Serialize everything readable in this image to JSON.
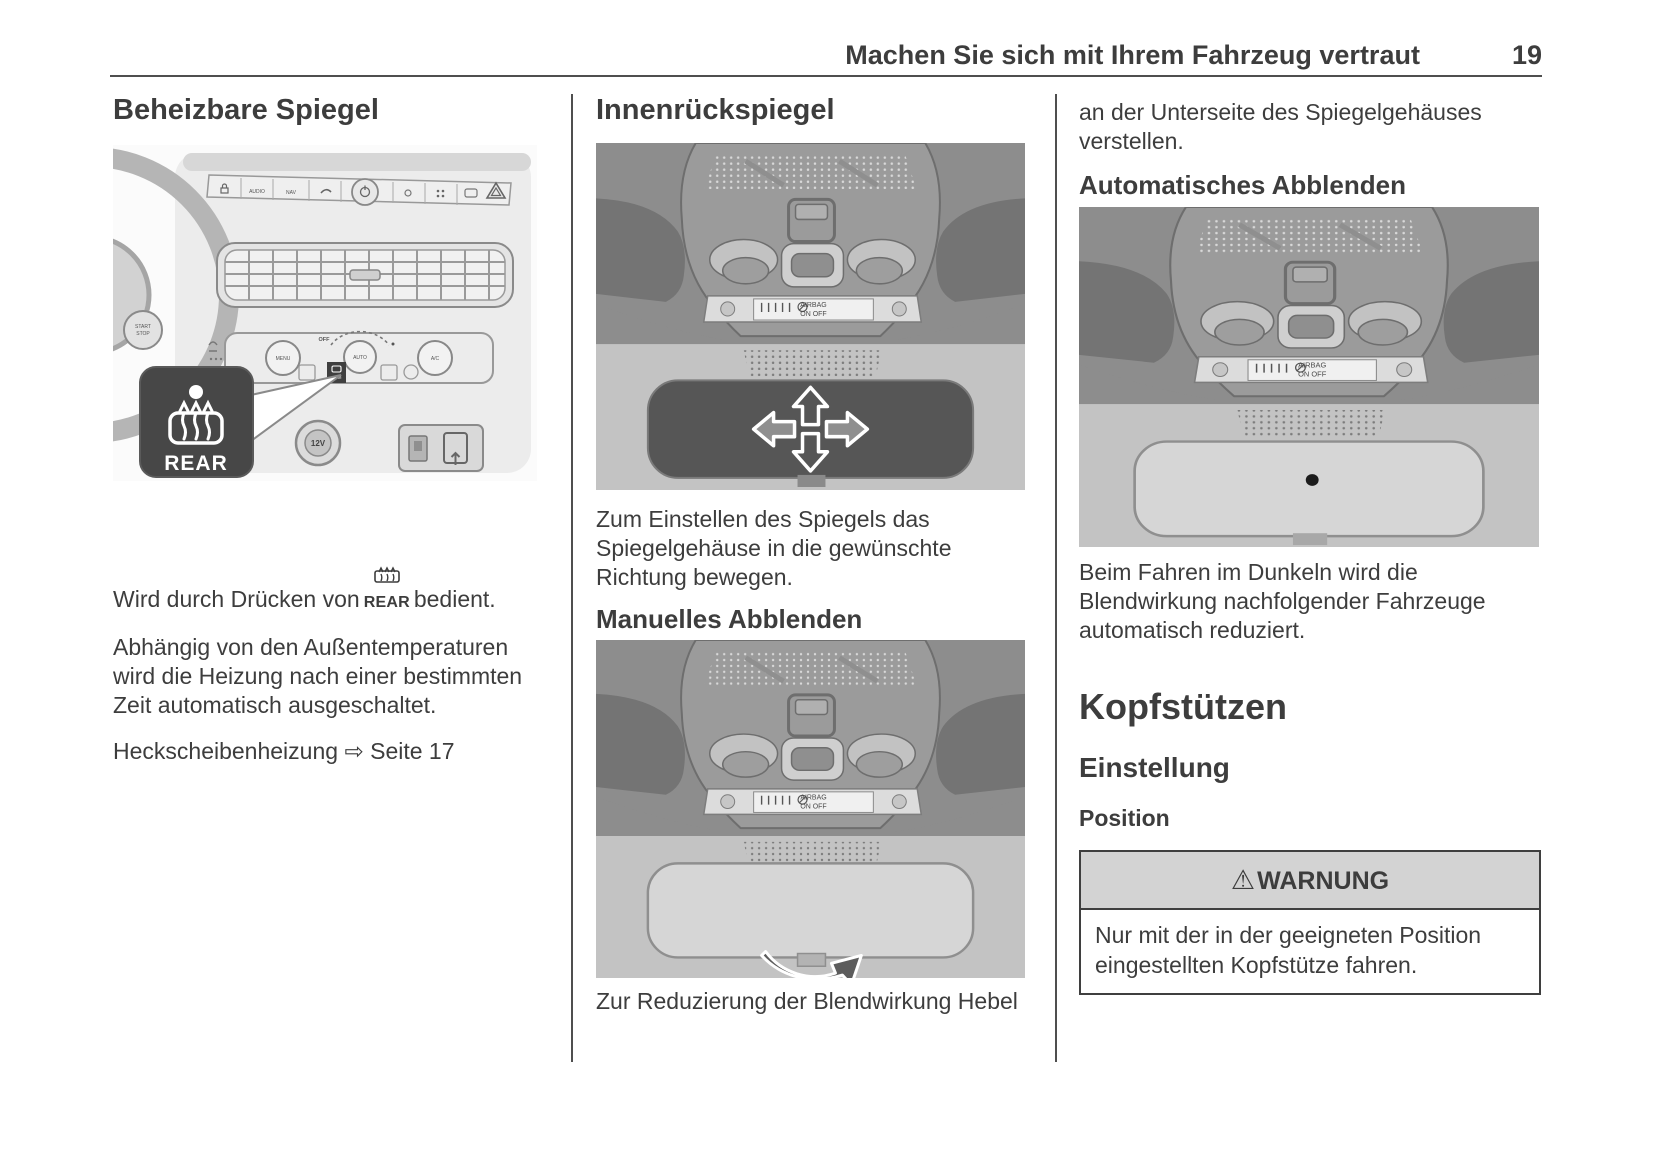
{
  "header": {
    "title": "Machen Sie sich mit Ihrem Fahrzeug vertraut",
    "page_number": "19"
  },
  "columns": {
    "left": {
      "heading": "Beheizbare Spiegel",
      "para1_pre": "Wird durch Drücken von",
      "rear_button_label": "REAR",
      "para1_post": "bedient.",
      "para2": "Abhängig von den Außentemperaturen wird die Heizung nach einer bestimmten Zeit automatisch ausgeschaltet.",
      "reference_text": "Heckscheibenheizung",
      "reference_arrow": "⇨",
      "reference_page": "Seite 17"
    },
    "middle": {
      "heading": "Innenrückspiegel",
      "para1": "Zum Einstellen des Spiegels das Spiegelgehäuse in die gewünschte Richtung bewegen.",
      "subheading": "Manuelles Abblenden",
      "caption": "Zur Reduzierung der Blendwirkung Hebel"
    },
    "right": {
      "para_continued": "an der Unterseite des Spiegelgehäuses verstellen.",
      "subheading": "Automatisches Abblenden",
      "para1": "Beim Fahren im Dunkeln wird die Blendwirkung nachfolgender Fahrzeuge automatisch reduziert.",
      "section_heading": "Kopfstützen",
      "subsection_heading": "Einstellung",
      "subsubsection_heading": "Position",
      "warning": {
        "icon": "⚠",
        "title": "WARNUNG",
        "body": "Nur mit der in der geeigneten Position eingestellten Kopfstütze fahren."
      }
    }
  },
  "illustrations": {
    "dashboard": {
      "start_line1": "START",
      "start_line2": "STOP",
      "audio": "AUDIO",
      "nav": "NAV",
      "menu": "MENU",
      "auto": "AUTO",
      "off": "OFF",
      "ac": "A/C",
      "socket": "12V",
      "rear_callout": "REAR"
    },
    "console": {
      "airbag": "AIRBAG",
      "onoff": "ON OFF"
    }
  }
}
